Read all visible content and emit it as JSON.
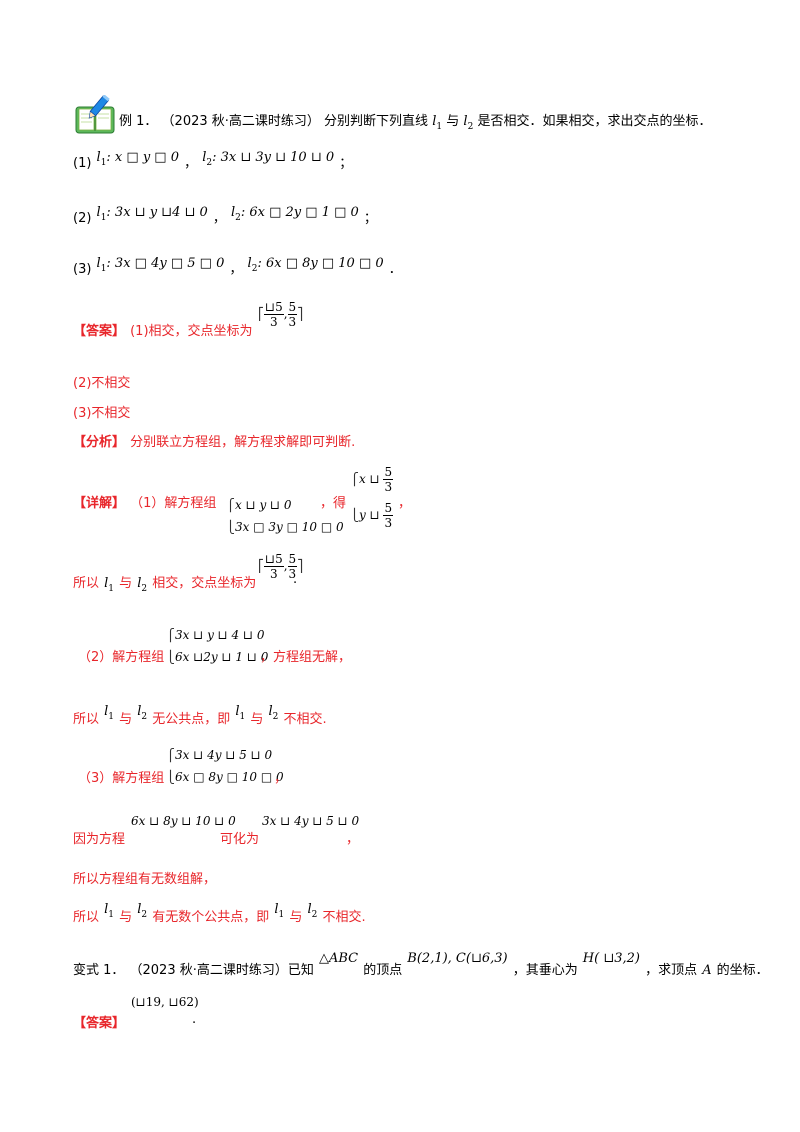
{
  "example": {
    "label": "例 1．",
    "source": "（2023 秋·高二课时练习）",
    "question_a": "分别判断下列直线",
    "question_b": "与",
    "question_c": "是否相交．如果相交，求出交点的坐标．",
    "l1": "l",
    "l1_sub": "1",
    "l2": "l",
    "l2_sub": "2",
    "item1_num": "(1)",
    "item1_l1": ": x □ y □ 0",
    "item1_l2": ": 3x ⊔ 3y ⊔ 10 ⊔ 0",
    "item1_end": "；",
    "item2_num": "(2)",
    "item2_l1": ": 3x ⊔ y  ⊔4 ⊔ 0",
    "item2_l2": ": 6x □ 2y □ 1 □ 0",
    "item2_end": "；",
    "item3_num": "(3)",
    "item3_l1": ": 3x □ 4y □ 5 □ 0",
    "item3_l2": ": 6x □ 8y □ 10 □ 0",
    "item3_end": "．",
    "comma": "，"
  },
  "answer": {
    "tag": "【答案】",
    "a1": "(1)相交，交点坐标为",
    "a1_point_x": "5",
    "a1_point_y": "5",
    "a1_den": "3",
    "a2": "(2)不相交",
    "a3": "(3)不相交"
  },
  "analysis": {
    "tag": "【分析】",
    "text": "分别联立方程组，解方程求解即可判断."
  },
  "detail": {
    "tag": "【详解】",
    "p1_a": "（1）解方程组",
    "p1_sys1": "x ⊔ y ⊔ 0",
    "p1_sys2": "3x □ 3y □ 10 □ 0",
    "p1_b": "，得",
    "p1_sol_x": "x ⊔",
    "p1_sol_y": "y ⊔",
    "p1_num": "5",
    "p1_den": "3",
    "p1_c": "，",
    "p2_a": "所以",
    "p2_b": "与",
    "p2_c": "相交，交点坐标为",
    "p2_end": ".",
    "p3_a": "（2）解方程组",
    "p3_sys1": "3x ⊔ y ⊔ 4 ⊔ 0",
    "p3_sys2": "6x  ⊔2y ⊔ 1 ⊔ 0",
    "p3_b": "，方程组无解，",
    "p4_a": "所以",
    "p4_b": "与",
    "p4_c": "无公共点，即",
    "p4_d": "与",
    "p4_e": "不相交.",
    "p5_a": "（3）解方程组",
    "p5_sys1": "3x ⊔ 4y ⊔ 5 ⊔ 0",
    "p5_sys2": "6x □ 8y □ 10 □ 0",
    "p5_b": "，",
    "p6_a": "因为方程",
    "p6_eq1": "6x ⊔ 8y ⊔ 10 ⊔ 0",
    "p6_b": "可化为",
    "p6_eq2": "3x ⊔ 4y ⊔ 5 ⊔ 0",
    "p6_c": "，",
    "p7": "所以方程组有无数组解，",
    "p8_a": "所以",
    "p8_b": "与",
    "p8_c": "有无数个公共点，即",
    "p8_d": "与",
    "p8_e": "不相交."
  },
  "variant": {
    "label": "变式 1．",
    "source": "（2023 秋·高二课时练习）已知",
    "triangle": "△ABC",
    "text_b": "的顶点",
    "vertices": "B(2,1), C(⊔6,3)",
    "text_c": "，其垂心为",
    "orthocenter": "H(  ⊔3,2)",
    "text_d": "，求顶点",
    "point_a": "A",
    "text_e": "的坐标．",
    "answer_tag": "【答案】",
    "answer": "(⊔19, ⊔62)",
    "answer_end": "."
  }
}
